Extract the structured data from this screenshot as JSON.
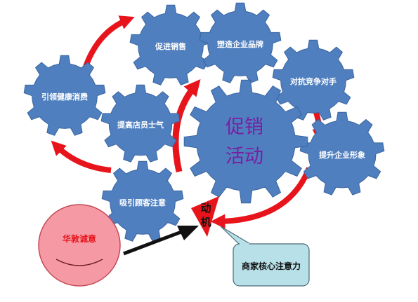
{
  "colors": {
    "gear_fill": "#4f7fbf",
    "gear_stroke": "#3a659f",
    "arrow_red": "#e8141c",
    "arrow_black": "#111111",
    "center_text": "#7a1fa2",
    "face_fill": "#f59aa4",
    "face_stroke": "#c44a55",
    "bubble_fill": "#b8e0e8",
    "bubble_stroke": "#4a6a74"
  },
  "gears": {
    "promote_sales": "促进销售",
    "build_brand": "塑造企业品牌",
    "counter_competitors": "对抗竞争对手",
    "guide_consumption": "引领健康消费",
    "boost_morale": "提高店员士气",
    "center_line1": "促销",
    "center_line2": "活动",
    "enhance_image": "提升企业形象",
    "attract_customers": "吸引顾客注意"
  },
  "motive": {
    "line1": "动",
    "line2": "机"
  },
  "face_label": "华敦诚意",
  "callout_label": "商家核心注意力"
}
